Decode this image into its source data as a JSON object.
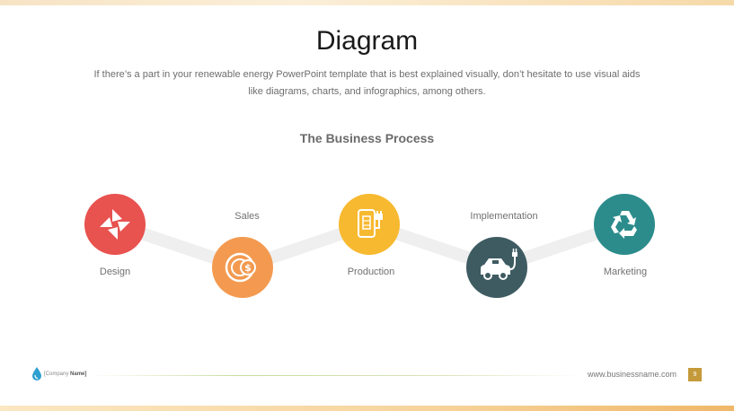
{
  "slide": {
    "title": "Diagram",
    "subtitle_line1": "If there’s a part in your renewable energy PowerPoint template that is best explained visually, don’t hesitate to use visual aids",
    "subtitle_line2": "like diagrams, charts, and infographics, among others.",
    "section_title": "The Business Process"
  },
  "process": {
    "steps": [
      {
        "label": "Design",
        "color": "#e8524f",
        "icon": "pinwheel-icon"
      },
      {
        "label": "Sales",
        "color": "#f39a50",
        "icon": "money-coin-icon"
      },
      {
        "label": "Production",
        "color": "#f7b930",
        "icon": "battery-plug-icon"
      },
      {
        "label": "Implementation",
        "color": "#3e5b62",
        "icon": "electric-car-icon"
      },
      {
        "label": "Marketing",
        "color": "#2c8c8c",
        "icon": "recycle-icon"
      }
    ]
  },
  "footer": {
    "company_prefix": "[Company",
    "company_name": "Name]",
    "url": "www.businessname.com",
    "page_number": "9"
  }
}
